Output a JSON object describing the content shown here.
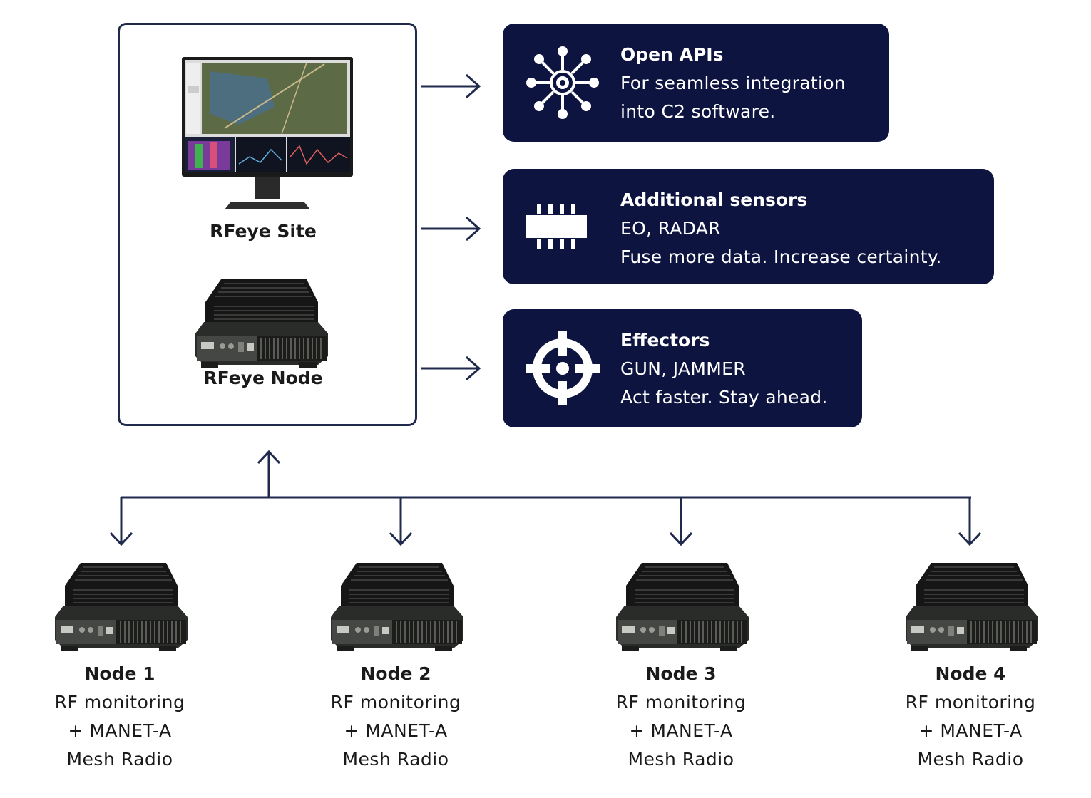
{
  "site": {
    "monitor_label": "RFeye Site",
    "node_label": "RFeye Node"
  },
  "cards": [
    {
      "title": "Open APIs",
      "lines": [
        "For seamless integration",
        "into C2 software."
      ],
      "icon": "network-gear-icon"
    },
    {
      "title": "Additional sensors",
      "lines": [
        "EO, RADAR",
        "Fuse more data. Increase certainty."
      ],
      "icon": "chip-icon"
    },
    {
      "title": "Effectors",
      "lines": [
        "GUN, JAMMER",
        "Act faster. Stay ahead."
      ],
      "icon": "crosshair-icon"
    }
  ],
  "nodes": [
    {
      "title": "Node 1",
      "lines": [
        "RF monitoring",
        "+ MANET-A",
        "Mesh Radio"
      ]
    },
    {
      "title": "Node 2",
      "lines": [
        "RF monitoring",
        "+ MANET-A",
        "Mesh Radio"
      ]
    },
    {
      "title": "Node 3",
      "lines": [
        "RF monitoring",
        "+ MANET-A",
        "Mesh Radio"
      ]
    },
    {
      "title": "Node 4",
      "lines": [
        "RF monitoring",
        "+ MANET-A",
        "Mesh Radio"
      ]
    }
  ],
  "colors": {
    "card_bg": "#0e1440",
    "line": "#1f2a4d"
  }
}
